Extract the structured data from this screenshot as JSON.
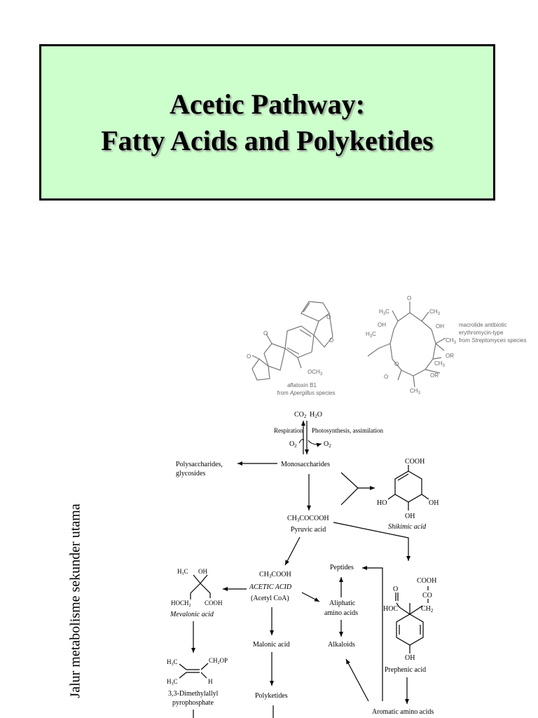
{
  "slide": {
    "title_line1": "Acetic Pathway:",
    "title_line2": "Fatty Acids and Polyketides",
    "side_label": "Jalur metabolisme sekunder utama",
    "title_bg": "#ccffcc"
  },
  "molecules": {
    "aflatoxin_name": "aflatoxin B1",
    "aflatoxin_source_prefix": "from ",
    "aflatoxin_source_italic": "Apergillus",
    "aflatoxin_source_suffix": " species",
    "aflatoxin_och3": "OCH",
    "macrolide_name": "macrolide antibiotic",
    "macrolide_type": "erythromycin-type",
    "macrolide_source_prefix": "from ",
    "macrolide_source_italic": "Streptomyces",
    "macrolide_source_suffix": " species",
    "sub_3": "3",
    "atom_o": "O",
    "atom_oh": "OH",
    "atom_or": "OR",
    "atom_ch": "CH",
    "atom_hc": "H",
    "atom_c": "C"
  },
  "diagram": {
    "co2": "CO",
    "h2o": "H",
    "sub2": "2",
    "o_atom": "O",
    "respiration": "Respiration",
    "photosynthesis": "Photosynthesis, assimilation",
    "o2": "O",
    "polysaccharides": "Polysaccharides,",
    "glycosides": "glycosides",
    "monosaccharides": "Monosaccharides",
    "cooh": "COOH",
    "oh": "OH",
    "ho": "HO",
    "shikimic_acid": "Shikimic acid",
    "ch3cocooh_ch": "CH",
    "ch3cocooh_rest": "COCOOH",
    "ch3cooh_rest": "COOH",
    "pyruvic_acid": "Pyruvic acid",
    "acetic_acid": "ACETIC ACID",
    "acetyl_coa": "(Acetyl CoA)",
    "peptides": "Peptides",
    "aliphatic": "Aliphatic",
    "amino_acids": "amino acids",
    "alkaloids": "Alkaloids",
    "malonic_acid": "Malonic acid",
    "polyketides": "Polyketides",
    "aromatic_amino_acids": "Aromatic amino acids",
    "mev_h3c": "H",
    "mev_c": "C",
    "mev_hoch2": "HOCH",
    "mevalonic_acid": "Mevalonic acid",
    "co": "CO",
    "hoc": "HOC",
    "ch2": "CH",
    "prephenic_acid": "Prephenic acid",
    "dmapp_ch2op": "CH",
    "dmapp_op": "OP",
    "h": "H",
    "dmapp_line1": "3,3-Dimethylallyl",
    "dmapp_line2": "pyrophosphate"
  }
}
